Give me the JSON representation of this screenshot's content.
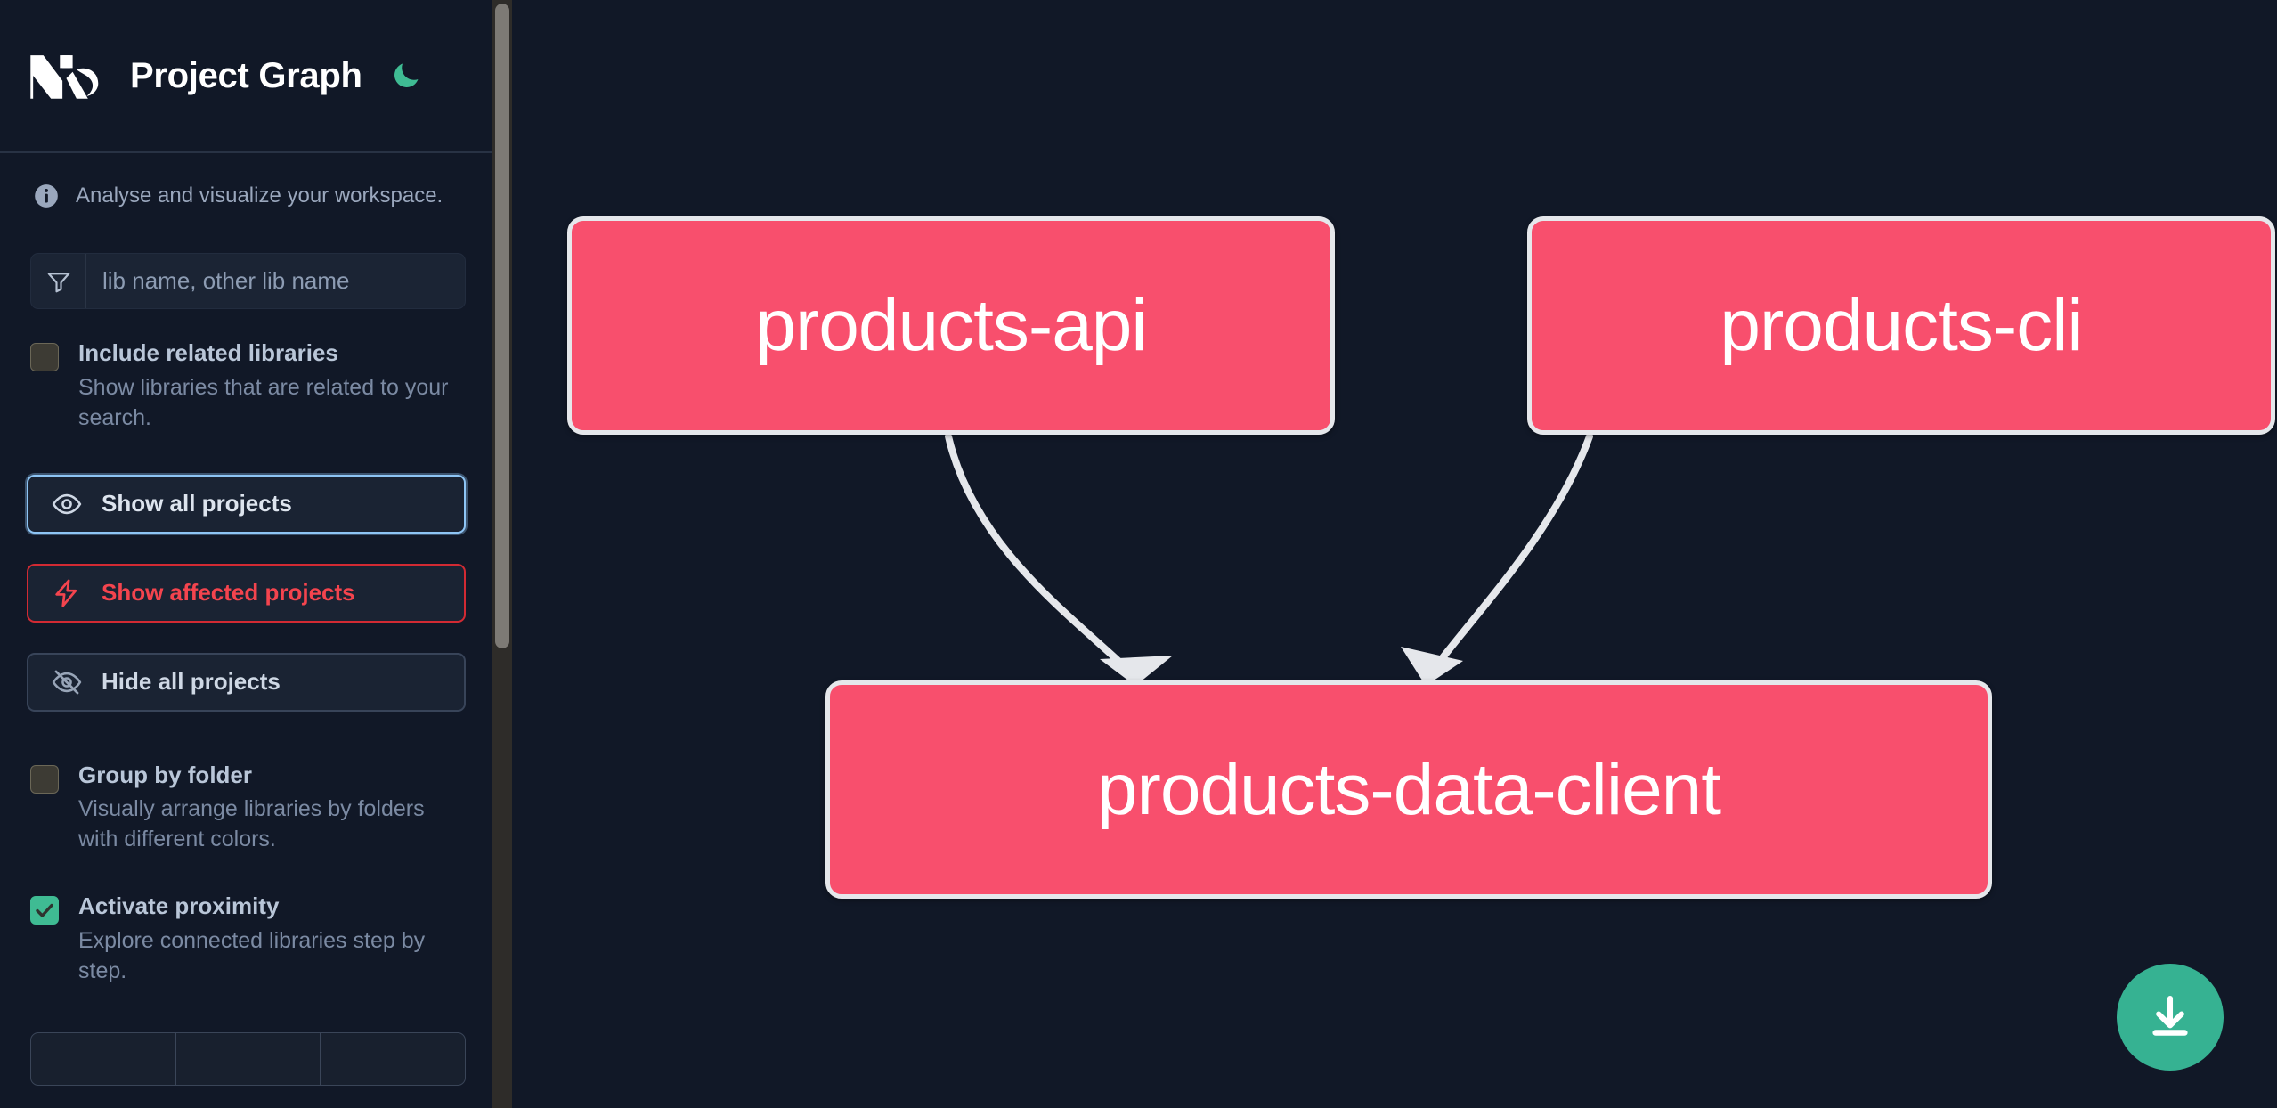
{
  "app": {
    "title": "Project Graph",
    "logo_icon": "nx-logo",
    "theme_toggle_icon": "moon-icon",
    "theme_toggle_color": "#3fbb93"
  },
  "sidebar": {
    "tagline": "Analyse and visualize your workspace.",
    "tagline_icon": "info-icon",
    "search": {
      "icon": "filter-funnel-icon",
      "placeholder": "lib name, other lib name",
      "value": ""
    },
    "options": [
      {
        "name": "include-related-libraries",
        "label": "Include related libraries",
        "description": "Show libraries that are related to your search.",
        "checked": false
      },
      {
        "name": "group-by-folder",
        "label": "Group by folder",
        "description": "Visually arrange libraries by folders with different colors.",
        "checked": false
      },
      {
        "name": "activate-proximity",
        "label": "Activate proximity",
        "description": "Explore connected libraries step by step.",
        "checked": true
      }
    ],
    "buttons": [
      {
        "name": "show-all-projects",
        "label": "Show all projects",
        "icon": "eye-icon",
        "state": "focused"
      },
      {
        "name": "show-affected-projects",
        "label": "Show affected projects",
        "icon": "lightning-bolt-icon",
        "state": "danger"
      },
      {
        "name": "hide-all-projects",
        "label": "Hide all projects",
        "icon": "eye-slash-icon",
        "state": "default"
      }
    ],
    "text_filter_segments": [
      "",
      "",
      ""
    ]
  },
  "graph": {
    "download_button": {
      "icon": "download-icon",
      "color": "#36b292"
    },
    "nodes": [
      {
        "id": "products-api",
        "label": "products-api",
        "color": "#f84f6d"
      },
      {
        "id": "products-cli",
        "label": "products-cli",
        "color": "#f84f6d"
      },
      {
        "id": "products-data-client",
        "label": "products-data-client",
        "color": "#f84f6d"
      }
    ],
    "edges": [
      {
        "from": "products-api",
        "to": "products-data-client"
      },
      {
        "from": "products-cli",
        "to": "products-data-client"
      }
    ]
  }
}
